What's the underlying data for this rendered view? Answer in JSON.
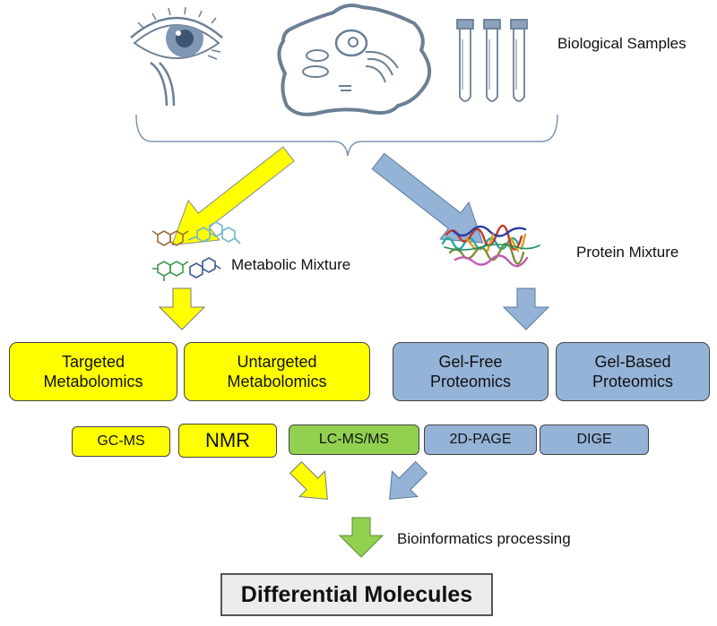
{
  "labels": {
    "biological_samples": "Biological Samples",
    "metabolic_mixture": "Metabolic Mixture",
    "protein_mixture": "Protein Mixture",
    "bioinformatics": "Bioinformatics processing"
  },
  "approaches": {
    "targeted": [
      "Targeted",
      "Metabolomics"
    ],
    "untargeted": [
      "Untargeted",
      "Metabolomics"
    ],
    "gel_free": [
      "Gel-Free",
      "Proteomics"
    ],
    "gel_based": [
      "Gel-Based",
      "Proteomics"
    ]
  },
  "techniques": {
    "gcms": "GC-MS",
    "nmr": "NMR",
    "lcmsms": "LC-MS/MS",
    "page2d": "2D-PAGE",
    "dige": "DIGE"
  },
  "result": "Differential Molecules",
  "colors": {
    "metabolomics": "#ffff00",
    "proteomics": "#95b3d7",
    "shared": "#92d050",
    "icons": "#6b7f95"
  },
  "icons": [
    "eye-icon",
    "cell-icon",
    "test-tubes-icon",
    "metabolite-structures-icon",
    "protein-structure-icon"
  ]
}
